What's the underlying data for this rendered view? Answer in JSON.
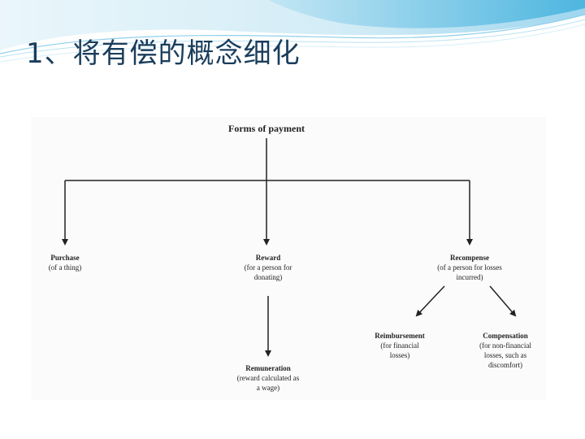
{
  "slide": {
    "title": "1、将有偿的概念细化"
  },
  "diagram": {
    "root": "Forms of payment",
    "nodes": {
      "purchase": {
        "title": "Purchase",
        "sub": "(of a thing)"
      },
      "reward": {
        "title": "Reward",
        "sub1": "(for a person for",
        "sub2": "donating)"
      },
      "recompense": {
        "title": "Recompense",
        "sub1": "(of a person for losses",
        "sub2": "incurred)"
      },
      "reimbursement": {
        "title": "Reimbursement",
        "sub1": "(for financial",
        "sub2": "losses)"
      },
      "compensation": {
        "title": "Compensation",
        "sub1": "(for non-financial",
        "sub2": "losses, such as",
        "sub3": "discomfort)"
      },
      "remuneration": {
        "title": "Remuneration",
        "sub1": "(reward calculated as",
        "sub2": "a wage)"
      }
    }
  },
  "colors": {
    "title": "#1a3d5c",
    "banner_light": "#cfeaf5",
    "banner_mid": "#6cc3e4",
    "connector": "#222222"
  }
}
